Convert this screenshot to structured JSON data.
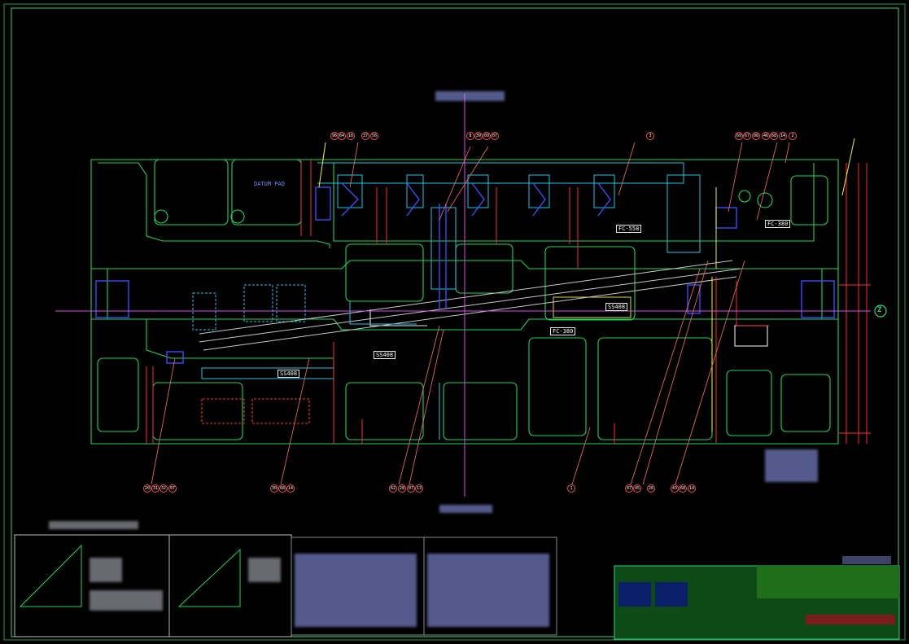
{
  "drawing": {
    "labels": {
      "datum_pad": "DATUM PAD",
      "fc_558": "FC-558",
      "fc_380_right": "FC-380",
      "fc_380_mid": "FC-380",
      "ss408_left": "SS408",
      "ss408_mid": "SS408",
      "ss408_right": "SS408",
      "zone_marker": "Z"
    },
    "balloons_top": [
      {
        "text": "96"
      },
      {
        "text": "64"
      },
      {
        "text": "16"
      },
      {
        "text": "37"
      },
      {
        "text": "56"
      },
      {
        "text": "8"
      },
      {
        "text": "39"
      },
      {
        "text": "09"
      },
      {
        "text": "07"
      },
      {
        "text": "3"
      },
      {
        "text": "69"
      },
      {
        "text": "67"
      },
      {
        "text": "08"
      },
      {
        "text": "46"
      },
      {
        "text": "68"
      },
      {
        "text": "14"
      },
      {
        "text": "2"
      }
    ],
    "balloons_bottom": [
      {
        "text": "20"
      },
      {
        "text": "31"
      },
      {
        "text": "32"
      },
      {
        "text": "07"
      },
      {
        "text": "30"
      },
      {
        "text": "68"
      },
      {
        "text": "14"
      },
      {
        "text": "62"
      },
      {
        "text": "28"
      },
      {
        "text": "07"
      },
      {
        "text": "13"
      },
      {
        "text": "1"
      },
      {
        "text": "47"
      },
      {
        "text": "45"
      },
      {
        "text": "26"
      },
      {
        "text": "43"
      },
      {
        "text": "68"
      },
      {
        "text": "14"
      }
    ]
  },
  "colors": {
    "background": "#000000",
    "frame": "#2ed47a",
    "outline": "#19d65a",
    "cyan": "#1ec8e6",
    "red": "#ff2a2a",
    "magenta": "#d84be6",
    "blue": "#3a4cff",
    "yellow": "#f2f21e",
    "white": "#e8e8e8"
  }
}
